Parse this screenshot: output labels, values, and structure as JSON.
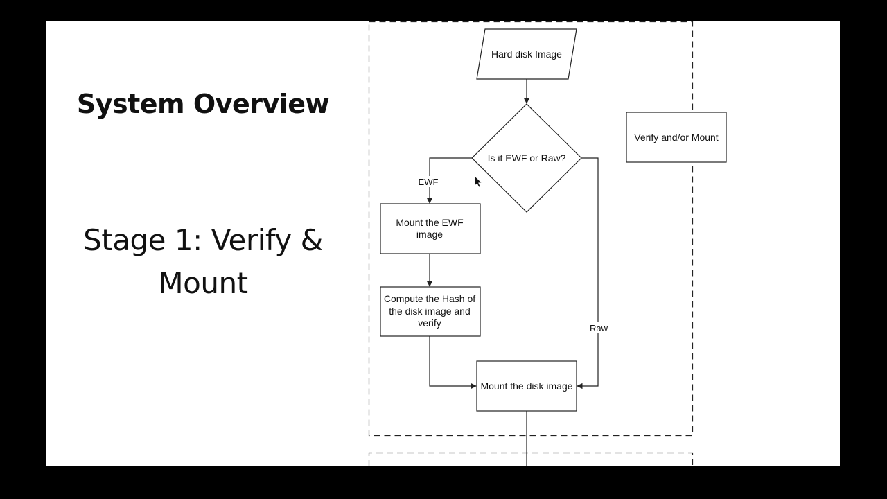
{
  "slide": {
    "title": "System Overview",
    "subtitle_line1": "Stage 1: Verify &",
    "subtitle_line2": "Mount"
  },
  "diagram": {
    "nodes": {
      "input": "Hard disk Image",
      "decision": "Is it EWF or Raw?",
      "mount_ewf": [
        "Mount the EWF",
        "image"
      ],
      "hash": [
        "Compute the Hash of",
        "the disk image and",
        "verify"
      ],
      "mount_disk": "Mount the disk image",
      "stage_label": "Verify and/or Mount"
    },
    "edges": {
      "ewf": "EWF",
      "raw": "Raw"
    }
  },
  "colors": {
    "background": "#000000",
    "slide": "#ffffff",
    "stroke": "#222222"
  }
}
